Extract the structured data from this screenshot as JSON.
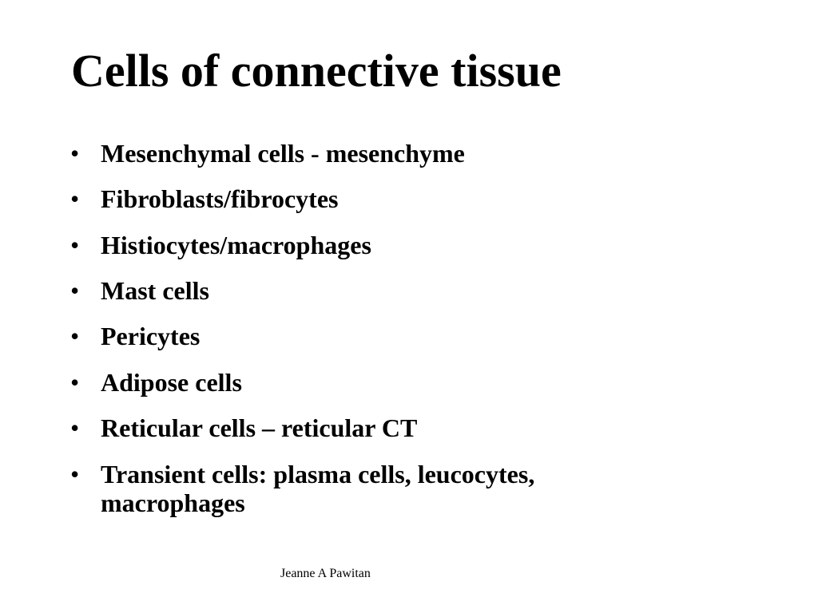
{
  "slide": {
    "title": "Cells of connective tissue",
    "bullet_marker": "•",
    "bullets": [
      "Mesenchymal cells - mesenchyme",
      "Fibroblasts/fibrocytes",
      "Histiocytes/macrophages",
      "Mast cells",
      "Pericytes",
      "Adipose cells",
      "Reticular cells – reticular CT",
      "Transient cells: plasma cells, leucocytes, macrophages"
    ],
    "footer": "Jeanne A Pawitan"
  }
}
